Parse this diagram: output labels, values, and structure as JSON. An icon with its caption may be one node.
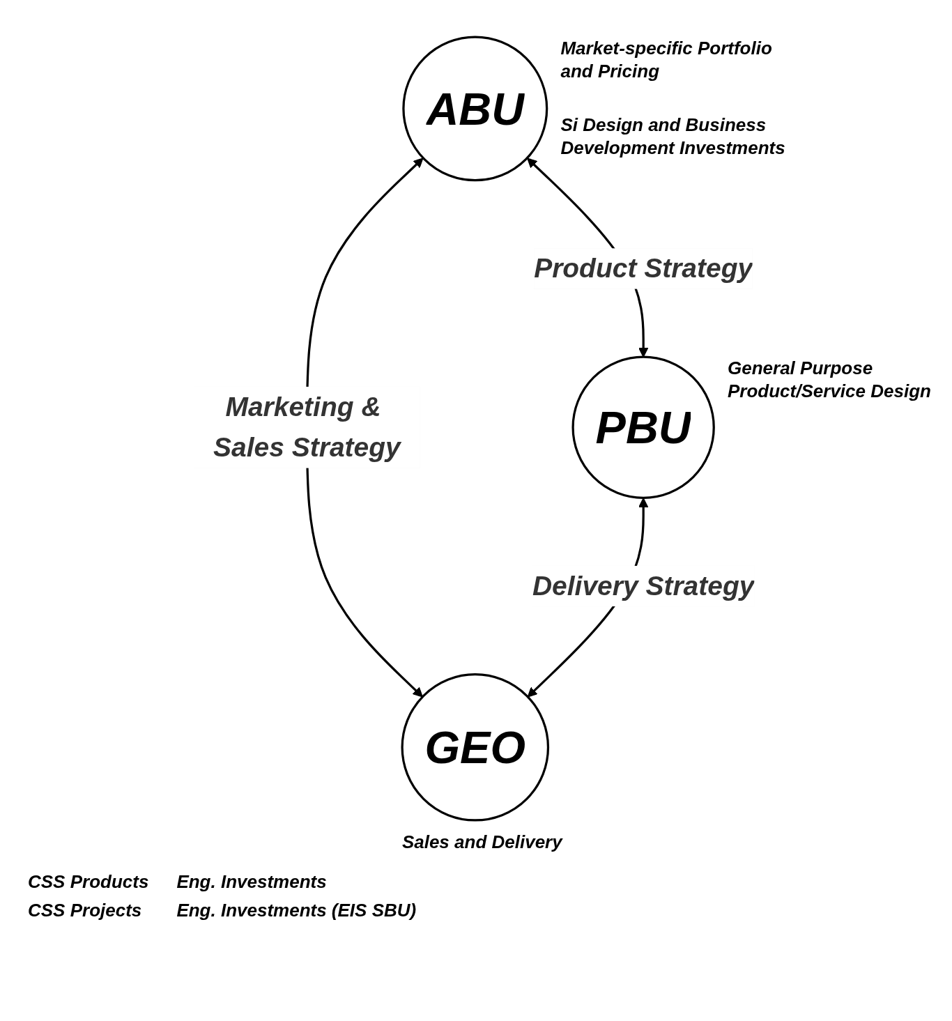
{
  "diagram": {
    "nodes": [
      {
        "text": [
          "ABU"
        ],
        "beside": [
          "Market-specific Portfolio and Pricing",
          "Si Design and Business Development Investments"
        ]
      },
      {
        "text": [
          "PBU"
        ],
        "beside": [
          "General Purpose Product/Service Design"
        ]
      },
      {
        "text": [
          "GEO"
        ],
        "beside": [
          "Sales and Delivery"
        ]
      }
    ],
    "edges": [
      {
        "from": 0,
        "to": 1,
        "arrow": "both",
        "label": "Product Strategy"
      },
      {
        "from": 0,
        "to": 2,
        "arrow": "both",
        "label": "Marketing & Sales Strategy"
      },
      {
        "from": 1,
        "to": 2,
        "arrow": "both",
        "label": "Delivery Strategy"
      }
    ],
    "labels": [
      "CSS Products",
      "Eng. Investments",
      "CSS Projects",
      "Eng. Investments (EIS SBU)"
    ]
  }
}
